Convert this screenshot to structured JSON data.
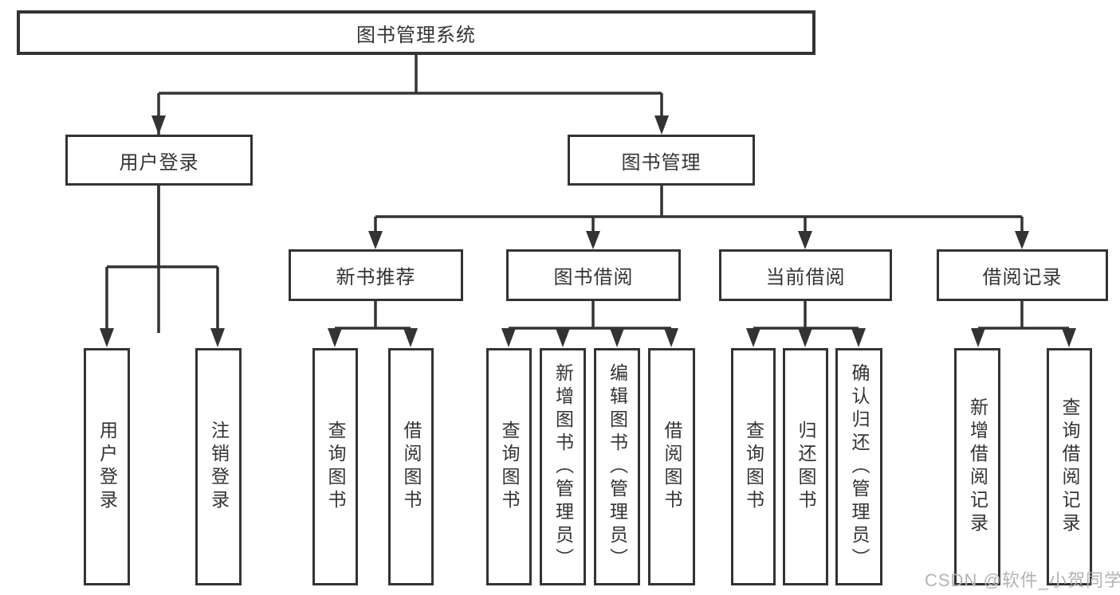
{
  "diagram": {
    "type": "hierarchy-tree",
    "orientation": "top-down"
  },
  "tree": {
    "label": "图书管理系统",
    "children": [
      {
        "label": "用户登录",
        "children": [
          {
            "label": "用户登录"
          },
          {
            "label": "注销登录"
          }
        ]
      },
      {
        "label": "图书管理",
        "children": [
          {
            "label": "新书推荐",
            "children": [
              {
                "label": "查询图书"
              },
              {
                "label": "借阅图书"
              }
            ]
          },
          {
            "label": "图书借阅",
            "children": [
              {
                "label": "查询图书"
              },
              {
                "label": "新增图书（管理员）"
              },
              {
                "label": "编辑图书（管理员）"
              },
              {
                "label": "借阅图书"
              }
            ]
          },
          {
            "label": "当前借阅",
            "children": [
              {
                "label": "查询图书"
              },
              {
                "label": "归还图书"
              },
              {
                "label": "确认归还（管理员）"
              }
            ]
          },
          {
            "label": "借阅记录",
            "children": [
              {
                "label": "新增借阅记录"
              },
              {
                "label": "查询借阅记录"
              }
            ]
          }
        ]
      }
    ]
  },
  "watermark": {
    "text": "CSDN @软件_小贺同学"
  },
  "colors": {
    "line": "#333333",
    "box_border": "#333333",
    "box_fill": "#ffffff",
    "text": "#333333",
    "watermark": "#b3b3b3",
    "background": "#ffffff"
  }
}
